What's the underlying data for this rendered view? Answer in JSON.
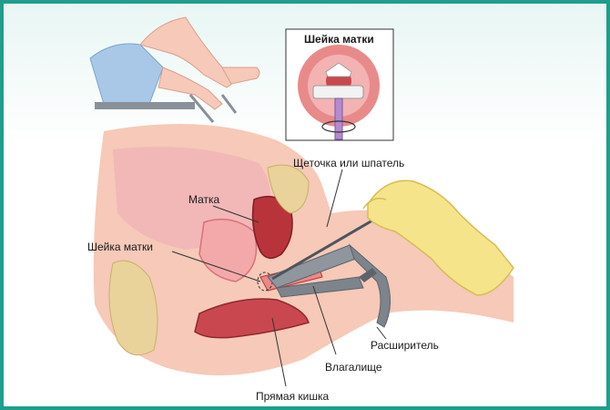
{
  "colors": {
    "frame": "#1f9e8c",
    "skin": "#f6c9b8",
    "tissue_pink": "#e98a8a",
    "uterus_dark": "#b8343a",
    "bone": "#e9d39a",
    "glove": "#f6e48a",
    "speculum": "#7d848c",
    "drape": "#a9c8e8"
  },
  "inset": {
    "title": "Шейка матки",
    "icon": "cervix-brush-closeup-icon"
  },
  "labels": {
    "brush": "Щеточка или шпатель",
    "uterus": "Матка",
    "cervix": "Шейка матки",
    "speculum": "Расширитель",
    "vagina": "Влагалище",
    "rectum": "Прямая кишка"
  }
}
